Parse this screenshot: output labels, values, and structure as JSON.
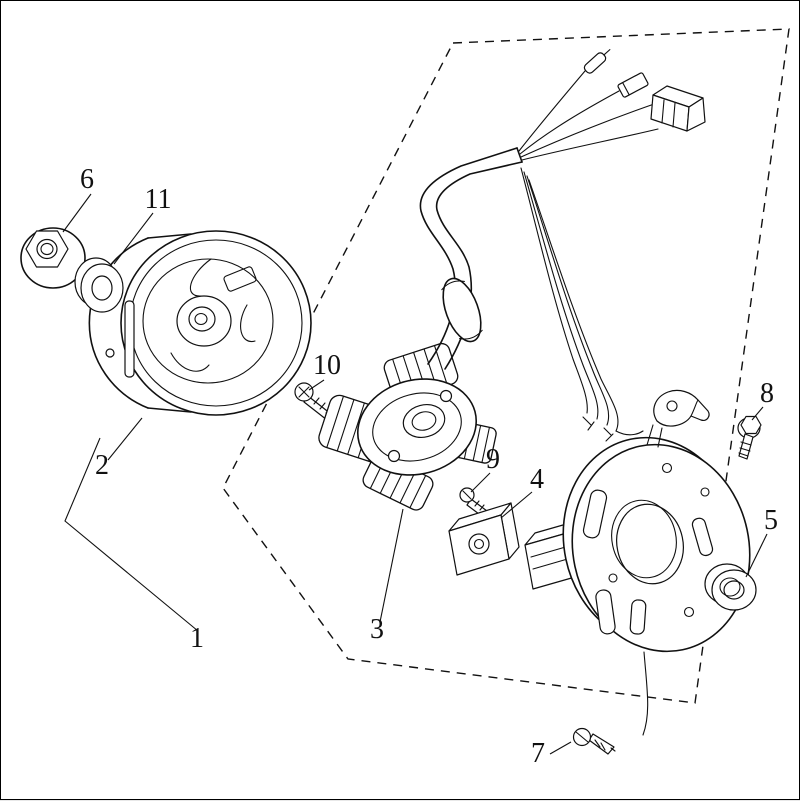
{
  "diagram": {
    "background_color": "#ffffff",
    "line_color": "#111111",
    "callouts": [
      {
        "number": "1"
      },
      {
        "number": "2"
      },
      {
        "number": "3"
      },
      {
        "number": "4"
      },
      {
        "number": "5"
      },
      {
        "number": "6"
      },
      {
        "number": "7"
      },
      {
        "number": "8"
      },
      {
        "number": "9"
      },
      {
        "number": "10"
      },
      {
        "number": "11"
      }
    ]
  }
}
